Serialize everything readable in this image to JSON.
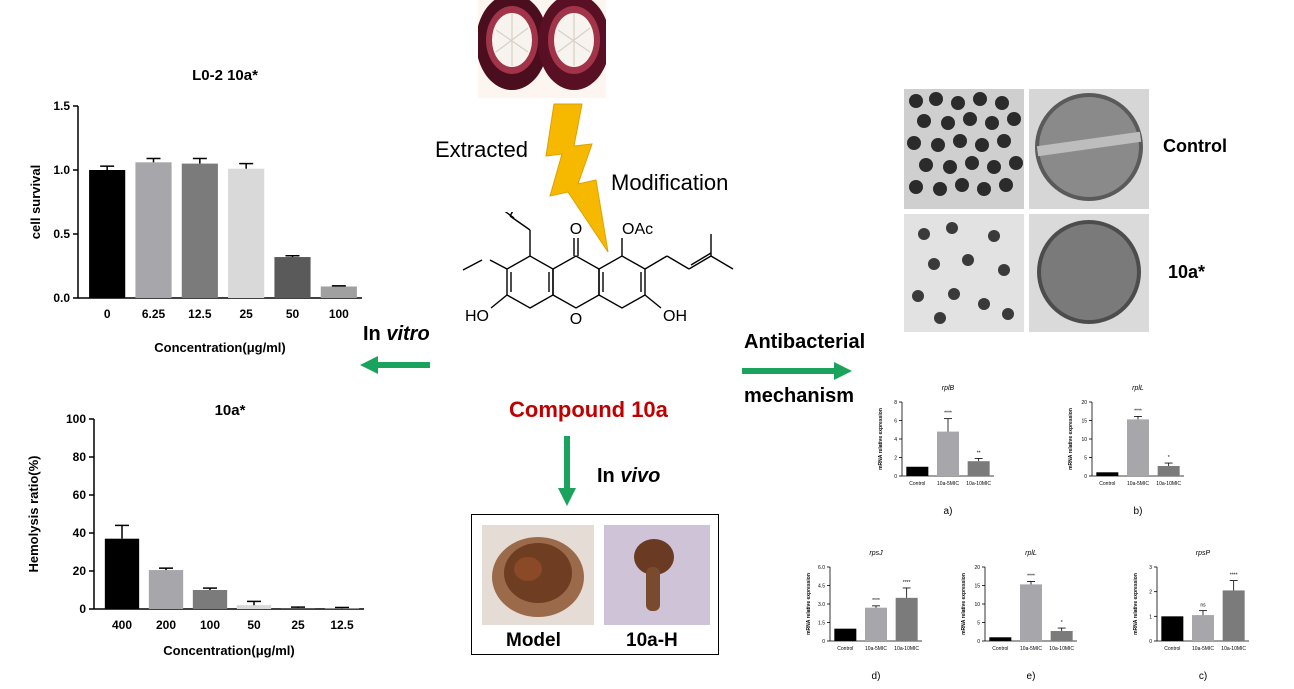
{
  "labels": {
    "extracted": "Extracted",
    "modification": "Modification",
    "in_vitro_prefix": "In ",
    "in_vitro_italic": "vitro",
    "in_vivo_prefix": "In ",
    "in_vivo_italic": "vivo",
    "antibacterial": "Antibacterial",
    "mechanism": "mechanism",
    "compound": "Compound 10a",
    "model": "Model",
    "treated": "10a-H",
    "tem_control": "Control",
    "tem_treated": "10a*"
  },
  "molecule_labels": {
    "oac": "OAc",
    "o_carbonyl": "O",
    "oh_left": "HO",
    "oh_right": "OH",
    "o_ring": "O"
  },
  "colors": {
    "compound": "#c00000",
    "arrow": "#1aa35c",
    "lightning": "#f6b900"
  },
  "chart_data": [
    {
      "id": "cell_survival",
      "type": "bar",
      "title": "L0-2 10a*",
      "xlabel": "Concentration(μg/ml)",
      "ylabel": "cell survival",
      "categories": [
        "0",
        "6.25",
        "12.5",
        "25",
        "50",
        "100"
      ],
      "values": [
        1.0,
        1.06,
        1.05,
        1.01,
        0.32,
        0.09
      ],
      "errors": [
        0.03,
        0.03,
        0.04,
        0.04,
        0.01,
        0.005
      ],
      "colors": [
        "#000000",
        "#a6a6ab",
        "#7b7b7b",
        "#d9d9d9",
        "#5a5a5a",
        "#a0a0a0"
      ],
      "ylim": [
        0,
        1.5
      ],
      "yticks": [
        "0.0",
        "0.5",
        "1.0",
        "1.5"
      ],
      "ytick_values": [
        0,
        0.5,
        1.0,
        1.5
      ]
    },
    {
      "id": "hemolysis",
      "type": "bar",
      "title": "10a*",
      "xlabel": "Concentration(μg/ml)",
      "ylabel": "Hemolysis ratio(%)",
      "categories": [
        "400",
        "200",
        "100",
        "50",
        "25",
        "12.5"
      ],
      "values": [
        37,
        20.5,
        10,
        2,
        0.5,
        0.3
      ],
      "errors": [
        7,
        1,
        1,
        2,
        0.5,
        0.5
      ],
      "colors": [
        "#000000",
        "#a6a6ab",
        "#7b7b7b",
        "#d9d9d9",
        "#5a5a5a",
        "#a0a0a0"
      ],
      "ylim": [
        0,
        100
      ],
      "yticks": [
        "0",
        "20",
        "40",
        "60",
        "80",
        "100"
      ],
      "ytick_values": [
        0,
        20,
        40,
        60,
        80,
        100
      ]
    },
    {
      "id": "a",
      "panel": "a)",
      "type": "bar",
      "title": "rplB",
      "ylabel": "mRNA relative expression",
      "categories": [
        "Control",
        "10a-5MIC",
        "10a-10MIC"
      ],
      "values": [
        1.0,
        4.8,
        1.6
      ],
      "errors": [
        0,
        1.4,
        0.3
      ],
      "sig": [
        "",
        "****",
        "**"
      ],
      "ylim": [
        0,
        8
      ],
      "yticks": [
        "0",
        "2",
        "4",
        "6",
        "8"
      ],
      "ytick_values": [
        0,
        2,
        4,
        6,
        8
      ]
    },
    {
      "id": "b",
      "panel": "b)",
      "type": "bar",
      "title": "rplL",
      "ylabel": "mRNA relative expression",
      "categories": [
        "Control",
        "10a-5MIC",
        "10a-10MIC"
      ],
      "values": [
        1.0,
        15.3,
        2.7
      ],
      "errors": [
        0,
        0.8,
        0.8
      ],
      "sig": [
        "",
        "****",
        "*"
      ],
      "ylim": [
        0,
        20
      ],
      "yticks": [
        "0",
        "5",
        "10",
        "15",
        "20"
      ],
      "ytick_values": [
        0,
        5,
        10,
        15,
        20
      ]
    },
    {
      "id": "d",
      "panel": "d)",
      "type": "bar",
      "title": "rpsJ",
      "ylabel": "mRNA relative expression",
      "categories": [
        "Control",
        "10a-5MIC",
        "10a-10MIC"
      ],
      "values": [
        1.0,
        2.7,
        3.5
      ],
      "errors": [
        0,
        0.15,
        0.8
      ],
      "sig": [
        "",
        "****",
        "****"
      ],
      "ylim": [
        0,
        6
      ],
      "yticks": [
        "0",
        "1.5",
        "3.0",
        "4.5",
        "6.0"
      ],
      "ytick_values": [
        0,
        1.5,
        3.0,
        4.5,
        6.0
      ]
    },
    {
      "id": "e",
      "panel": "e)",
      "type": "bar",
      "title": "rplL",
      "ylabel": "mRNA relative expression",
      "categories": [
        "Control",
        "10a-5MIC",
        "10a-10MIC"
      ],
      "values": [
        1.0,
        15.3,
        2.7
      ],
      "errors": [
        0,
        0.8,
        0.8
      ],
      "sig": [
        "",
        "****",
        "*"
      ],
      "ylim": [
        0,
        20
      ],
      "yticks": [
        "0",
        "5",
        "10",
        "15",
        "20"
      ],
      "ytick_values": [
        0,
        5,
        10,
        15,
        20
      ]
    },
    {
      "id": "c",
      "panel": "c)",
      "type": "bar",
      "title": "rpsP",
      "ylabel": "mRNA relative expression",
      "categories": [
        "Control",
        "10a-5MIC",
        "10a-10MIC"
      ],
      "values": [
        1.0,
        1.05,
        2.05
      ],
      "errors": [
        0,
        0.18,
        0.4
      ],
      "sig": [
        "",
        "ns",
        "****"
      ],
      "ylim": [
        0,
        3
      ],
      "yticks": [
        "0",
        "1",
        "2",
        "3"
      ],
      "ytick_values": [
        0,
        1,
        2,
        3
      ]
    }
  ]
}
